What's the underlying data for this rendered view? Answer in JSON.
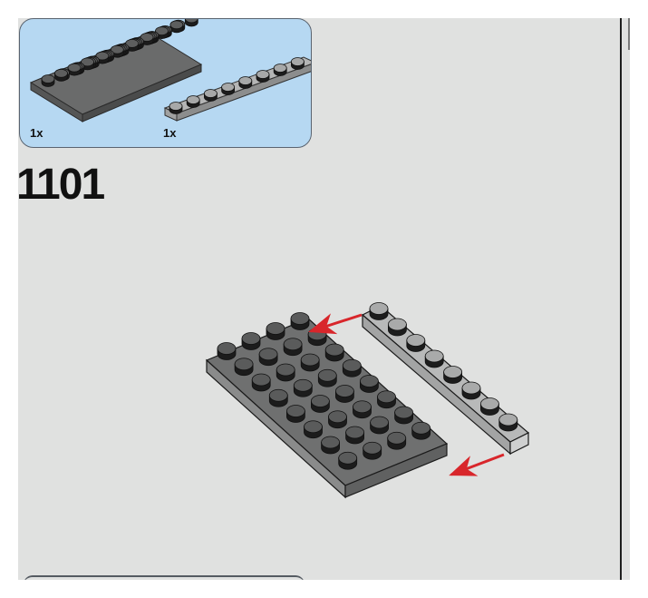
{
  "page": {
    "background": "#e0e1e0",
    "step_number": "1101"
  },
  "parts_callout": {
    "background": "#b6d8f2",
    "parts": [
      {
        "name": "plate 4x8",
        "color": "dark stone grey",
        "hex": "#5f6060",
        "quantity": "1x"
      },
      {
        "name": "plate 1x8",
        "color": "light stone grey",
        "hex": "#a8a9a9",
        "quantity": "1x"
      }
    ]
  },
  "assembly": {
    "arrows": {
      "color": "#d8262b",
      "count": 2
    },
    "parts": [
      {
        "name": "plate 4x8",
        "hex": "#5f6060"
      },
      {
        "name": "plate 1x8",
        "hex": "#a8a9a9"
      }
    ]
  }
}
